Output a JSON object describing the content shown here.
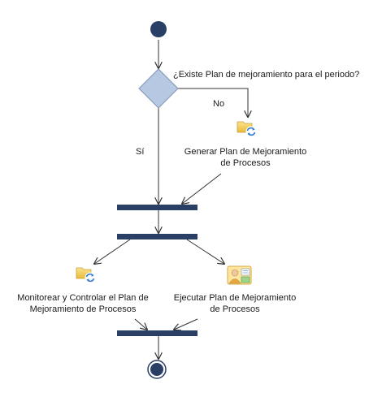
{
  "diagram": {
    "decision_question": "¿Existe Plan de mejoramiento para el periodo?",
    "branch_no": "No",
    "branch_si": "Sí",
    "task_generate": {
      "line1": "Generar Plan de Mejoramiento",
      "line2": "de Procesos",
      "icon": "folder-refresh-icon"
    },
    "task_monitor": {
      "line1": "Monitorear y Controlar el Plan de",
      "line2": "Mejoramiento de Procesos",
      "icon": "folder-refresh-icon"
    },
    "task_execute": {
      "line1": "Ejecutar Plan de Mejoramiento",
      "line2": "de Procesos",
      "icon": "user-document-icon"
    }
  },
  "colors": {
    "node_fill": "#2a3f66",
    "decision_fill": "#b7c9e2",
    "decision_stroke": "#7f93b3",
    "line": "#333333",
    "folder": "#f2cf57",
    "refresh_arrows": "#2e7bd6"
  }
}
